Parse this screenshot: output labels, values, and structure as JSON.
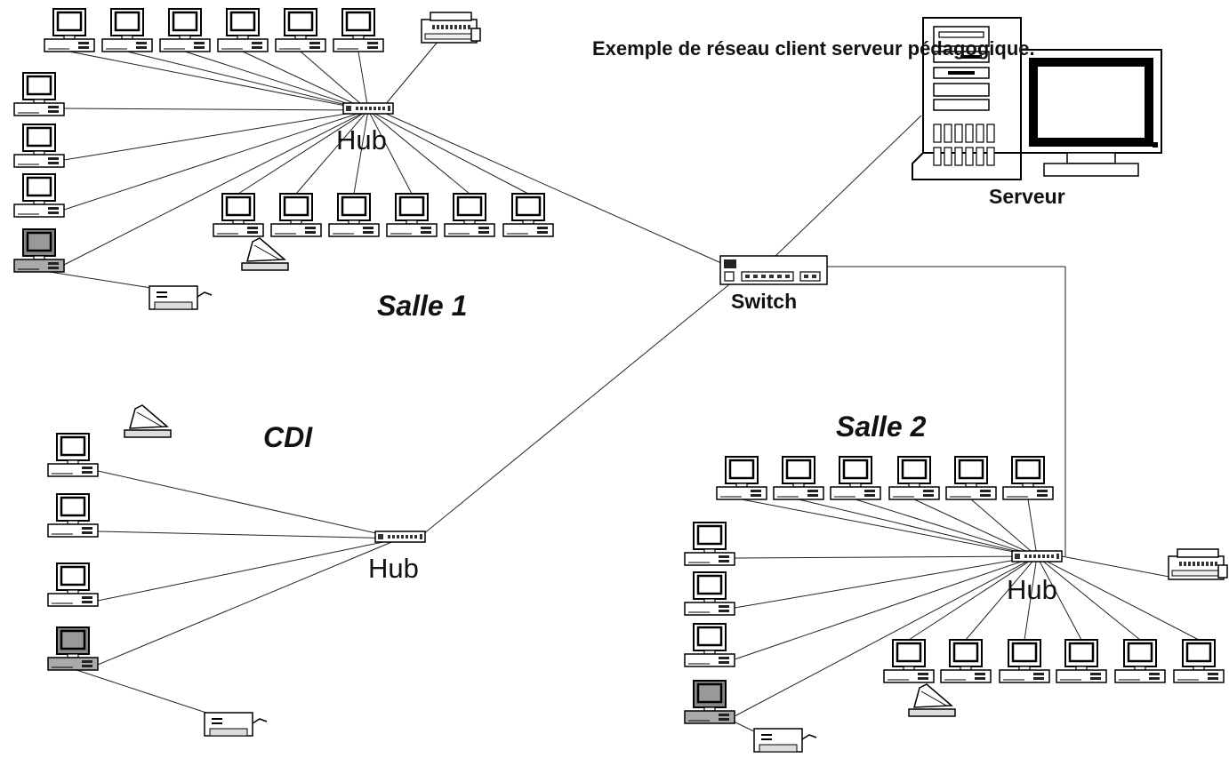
{
  "title": "Exemple de réseau client serveur pédagogique.",
  "labels": {
    "server": "Serveur",
    "switch": "Switch",
    "room1": "Salle 1",
    "room2": "Salle 2",
    "cdi": "CDI",
    "hub1": "Hub",
    "hub_cdi": "Hub",
    "hub2": "Hub"
  }
}
